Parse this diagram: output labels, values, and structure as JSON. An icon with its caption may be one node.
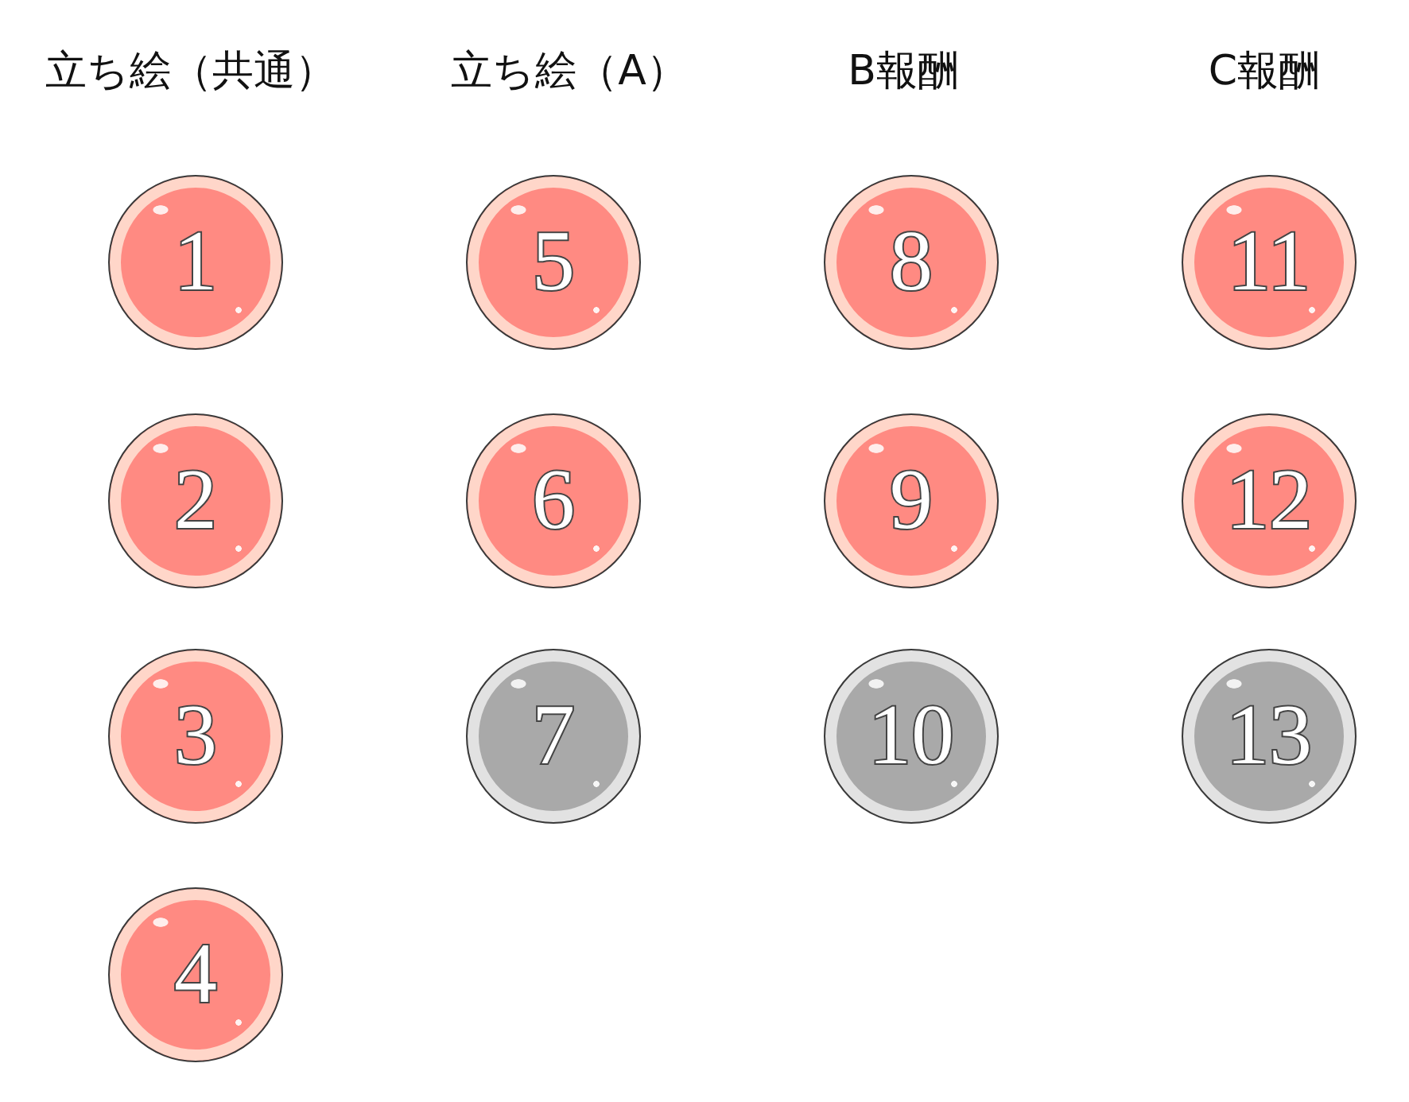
{
  "diagram": {
    "nodes": [
      {
        "text": [
          "1"
        ]
      },
      {
        "text": [
          "2"
        ]
      },
      {
        "text": [
          "3"
        ]
      },
      {
        "text": [
          "4"
        ]
      },
      {
        "text": [
          "5"
        ]
      },
      {
        "text": [
          "6"
        ]
      },
      {
        "text": [
          "7"
        ]
      },
      {
        "text": [
          "8"
        ]
      },
      {
        "text": [
          "9"
        ]
      },
      {
        "text": [
          "10"
        ]
      },
      {
        "text": [
          "11"
        ]
      },
      {
        "text": [
          "12"
        ]
      },
      {
        "text": [
          "13"
        ]
      }
    ],
    "labels": [
      "立ち絵（共通）",
      "立ち絵（A）",
      "B報酬",
      "C報酬"
    ]
  }
}
